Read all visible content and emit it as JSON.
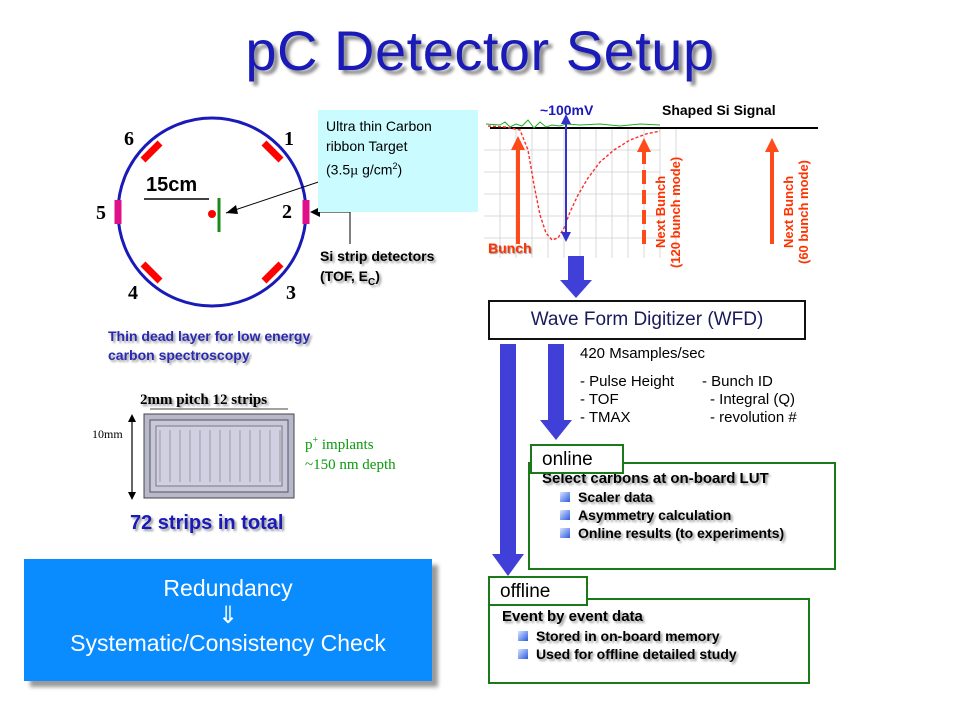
{
  "title": "pC Detector Setup",
  "ring": {
    "radius_label": "15cm",
    "detector_numbers": [
      "1",
      "2",
      "3",
      "4",
      "5",
      "6"
    ]
  },
  "callout": {
    "line1": "Ultra thin Carbon",
    "line2": "ribbon Target",
    "line3_prefix": "(3.5",
    "line3_mu": "µ",
    "line3_unit": " g/cm",
    "line3_sup": "2",
    "line3_close": ")"
  },
  "si_strip": {
    "line1": "Si strip detectors",
    "line2_prefix": "(TOF, E",
    "line2_sub": "C",
    "line2_close": ")"
  },
  "dead_layer": {
    "line1": "Thin dead layer for low  energy",
    "line2": "carbon spectroscopy"
  },
  "strips": {
    "pitch_label": "2mm pitch 12 strips",
    "height_label": "10mm",
    "implant_p": "p",
    "implant_sup": "+",
    "implant_text": " implants",
    "depth": "~150 nm depth",
    "total": "72 strips in total"
  },
  "redundancy": {
    "line1": "Redundancy",
    "arrow": "⇓",
    "line2": "Systematic/Consistency Check"
  },
  "waveform": {
    "amplitude": "~100mV",
    "signal_label": "Shaped Si Signal",
    "bunch": "Bunch",
    "next120_line1": "Next Bunch",
    "next120_line2": "(120 bunch mode)",
    "next60_line1": "Next Bunch",
    "next60_line2": "(60 bunch mode)"
  },
  "wfd": {
    "label": "Wave Form Digitizer (WFD)",
    "rate": "420 Msamples/sec",
    "rows": [
      [
        "- Pulse Height",
        "- Bunch ID"
      ],
      [
        "- TOF",
        "- Integral (Q)"
      ],
      [
        "- TMAX",
        "- revolution #"
      ]
    ]
  },
  "online": {
    "tab": "online",
    "heading": "Select carbons at on-board LUT",
    "items": [
      "Scaler data",
      "Asymmetry calculation",
      "Online results (to experiments)"
    ]
  },
  "offline": {
    "tab": "offline",
    "heading": "Event by event data",
    "items": [
      "Stored in on-board memory",
      "Used for offline detailed study"
    ]
  },
  "colors": {
    "title": "#1a1ab8",
    "ring": "#1a1ab8",
    "detector": "#ff0000",
    "magenta": "#e0108a",
    "arrow_blue": "#4040d8",
    "panel_green": "#1a7a1a",
    "redundancy_bg": "#0a8cff",
    "bunch_orange": "#ff3300"
  }
}
